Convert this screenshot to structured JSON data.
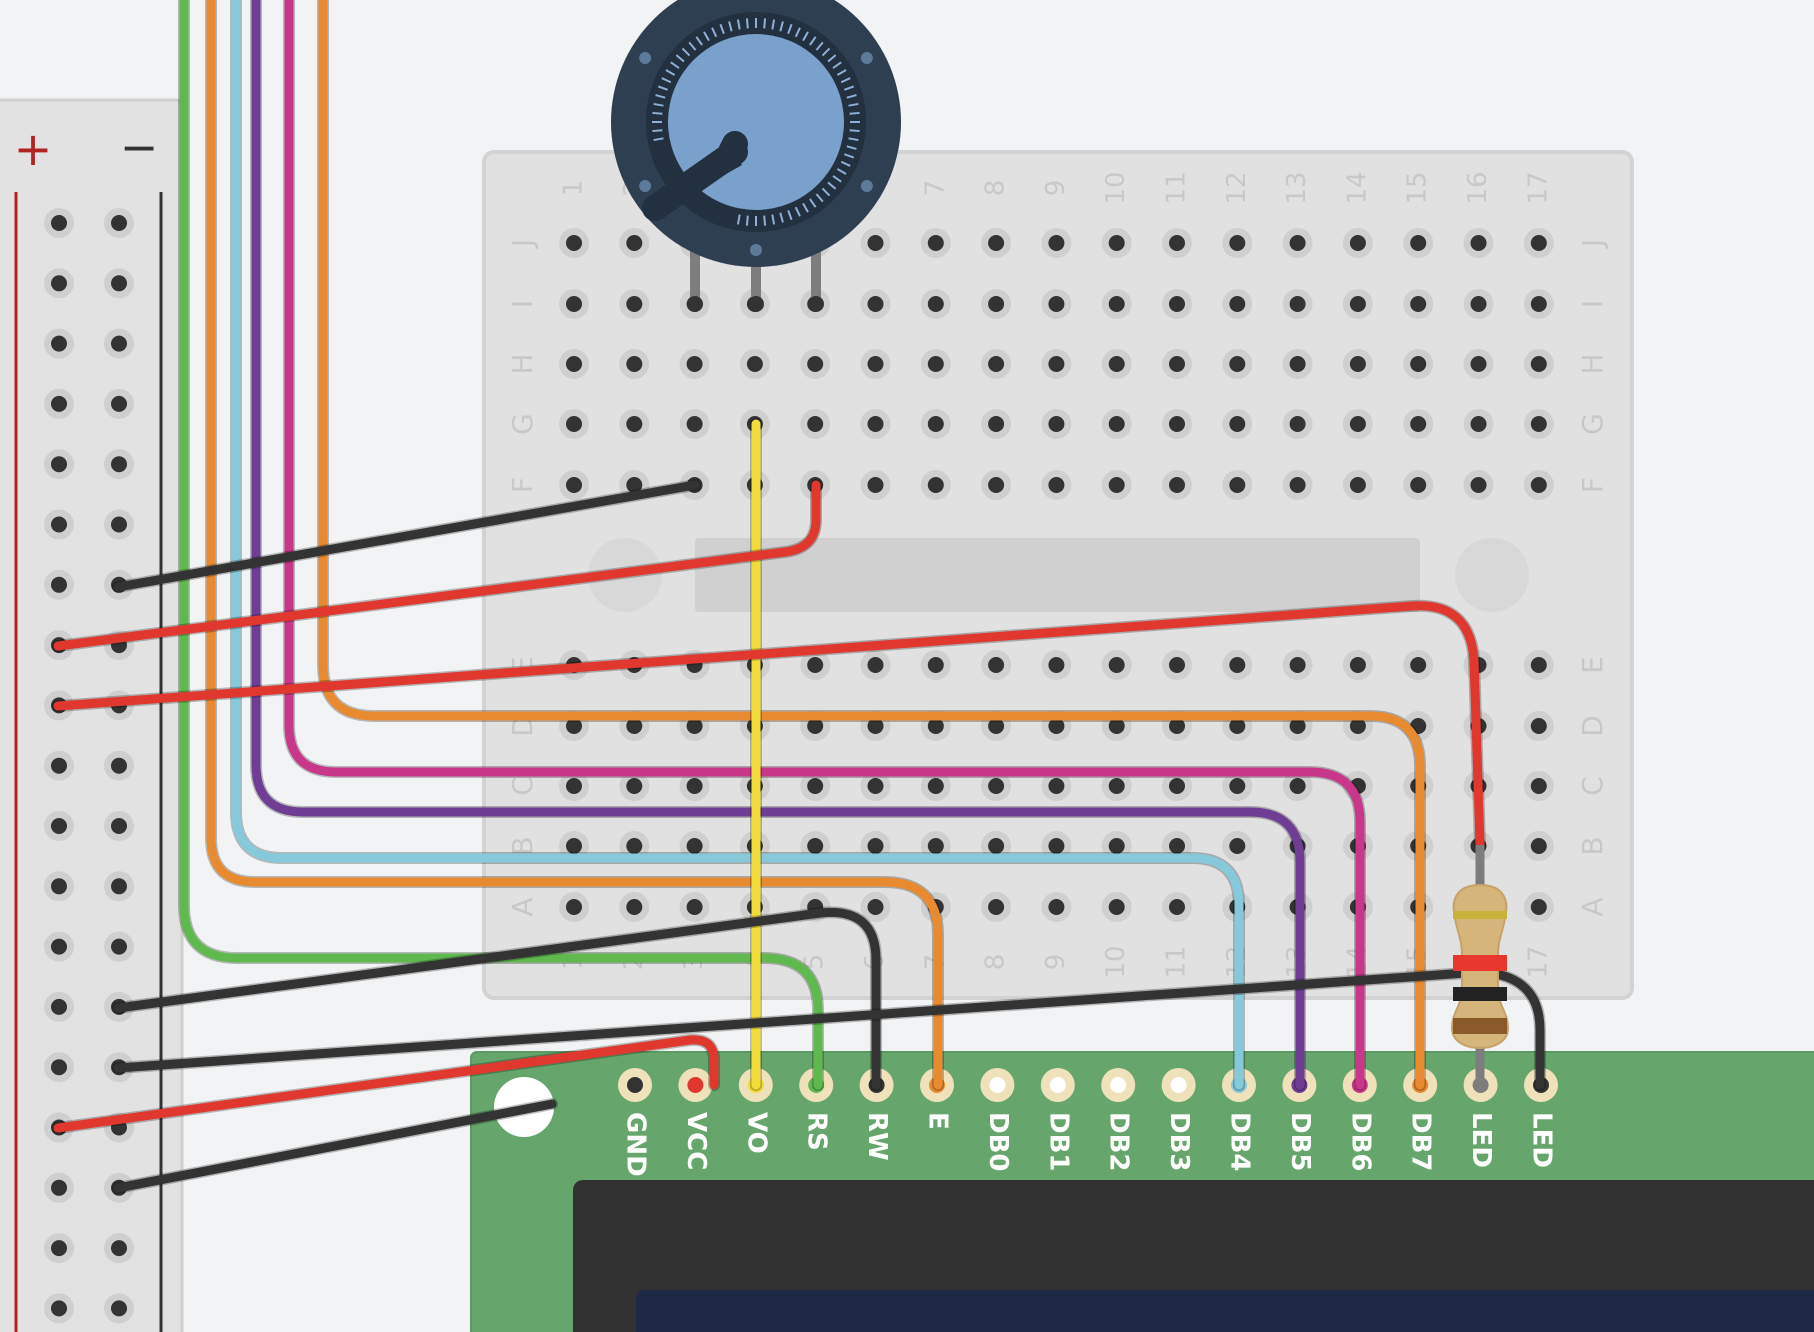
{
  "rail": {
    "plus_label": "+",
    "minus_label": "−",
    "plus_color": "#b22222",
    "minus_color": "#333333"
  },
  "breadboard": {
    "column_labels": [
      "1",
      "2",
      "3",
      "4",
      "5",
      "6",
      "7",
      "8",
      "9",
      "10",
      "11",
      "12",
      "13",
      "14",
      "15",
      "16",
      "17"
    ],
    "row_labels_top": [
      "J",
      "I",
      "H",
      "G",
      "F"
    ],
    "row_labels_bottom": [
      "E",
      "D",
      "C",
      "B",
      "A"
    ]
  },
  "potentiometer": {
    "icon": "potentiometer-icon",
    "knob_color": "#7aa0cc",
    "ring_color": "#2e3f52"
  },
  "lcd": {
    "board_color": "#66a56c",
    "pins": [
      "GND",
      "VCC",
      "VO",
      "RS",
      "RW",
      "E",
      "DB0",
      "DB1",
      "DB2",
      "DB3",
      "DB4",
      "DB5",
      "DB6",
      "DB7",
      "LED",
      "LED"
    ]
  },
  "resistor": {
    "icon": "resistor-icon",
    "bands": [
      "#c9b33a",
      "#e8372c",
      "#222222",
      "#8a5a2b"
    ]
  },
  "wire_colors": {
    "green": "#5fb94f",
    "orange": "#e88a2f",
    "light_blue": "#86c9da",
    "purple": "#6f3d93",
    "magenta": "#c9378a",
    "black": "#333333",
    "red": "#e0382e",
    "yellow": "#f2dc3a"
  }
}
